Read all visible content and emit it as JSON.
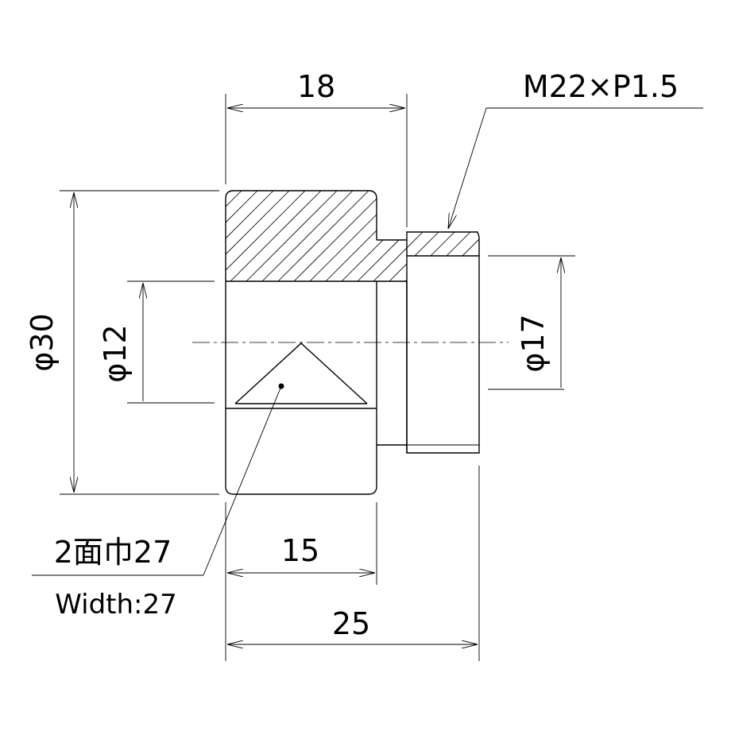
{
  "dimensions": {
    "length_18": "18",
    "thread": "M22×P1.5",
    "dia_30": "φ30",
    "dia_12": "φ12",
    "dia_17": "φ17",
    "length_15": "15",
    "length_25": "25",
    "width_jp": "2面巾27",
    "width_en": "Width:27"
  }
}
